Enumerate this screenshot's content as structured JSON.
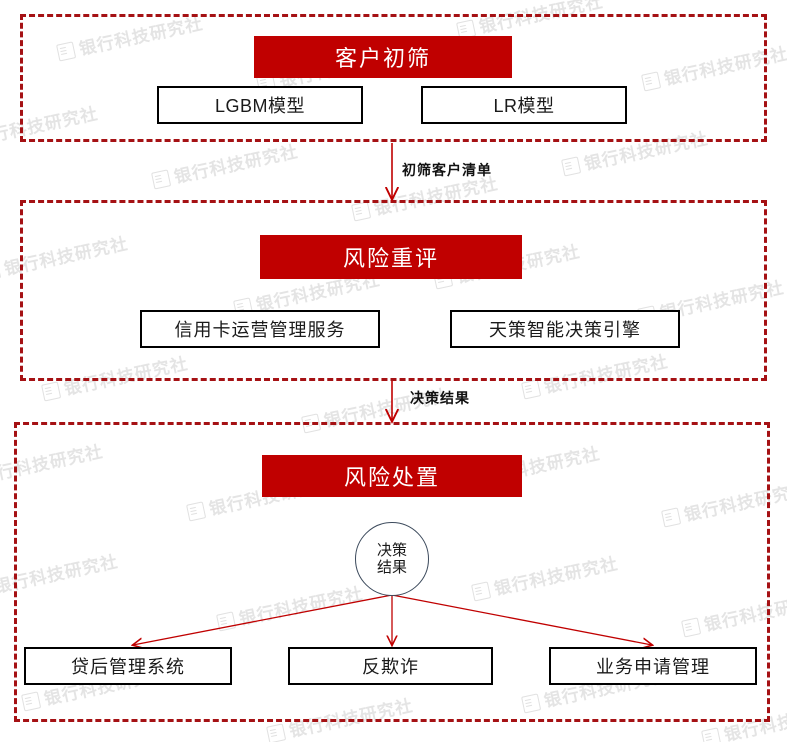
{
  "watermark": {
    "text": "银行科技研究社",
    "logo_icon": "document-logo-icon"
  },
  "diagram": {
    "type": "flowchart",
    "title_color": "#C00000",
    "container_border_color": "#A51114",
    "node_border_color": "#000000",
    "connector_color": "#C00000",
    "stages": [
      {
        "id": "stage-1",
        "banner": "客户初筛",
        "nodes": [
          {
            "label": "LGBM模型"
          },
          {
            "label": "LR模型"
          }
        ]
      },
      {
        "id": "stage-2",
        "banner": "风险重评",
        "nodes": [
          {
            "label": "信用卡运营管理服务"
          },
          {
            "label": "天策智能决策引擎"
          }
        ]
      },
      {
        "id": "stage-3",
        "banner": "风险处置",
        "decision": {
          "line1": "决策",
          "line2": "结果"
        },
        "nodes": [
          {
            "label": "贷后管理系统"
          },
          {
            "label": "反欺诈"
          },
          {
            "label": "业务申请管理"
          }
        ]
      }
    ],
    "connectors": [
      {
        "id": "conn-1",
        "label": "初筛客户清单",
        "from": "stage-1",
        "to": "stage-2"
      },
      {
        "id": "conn-2",
        "label": "决策结果",
        "from": "stage-2",
        "to": "stage-3"
      },
      {
        "id": "conn-3",
        "label": "",
        "from": "decision",
        "to": "贷后管理系统"
      },
      {
        "id": "conn-4",
        "label": "",
        "from": "decision",
        "to": "反欺诈"
      },
      {
        "id": "conn-5",
        "label": "",
        "from": "decision",
        "to": "业务申请管理"
      }
    ]
  }
}
